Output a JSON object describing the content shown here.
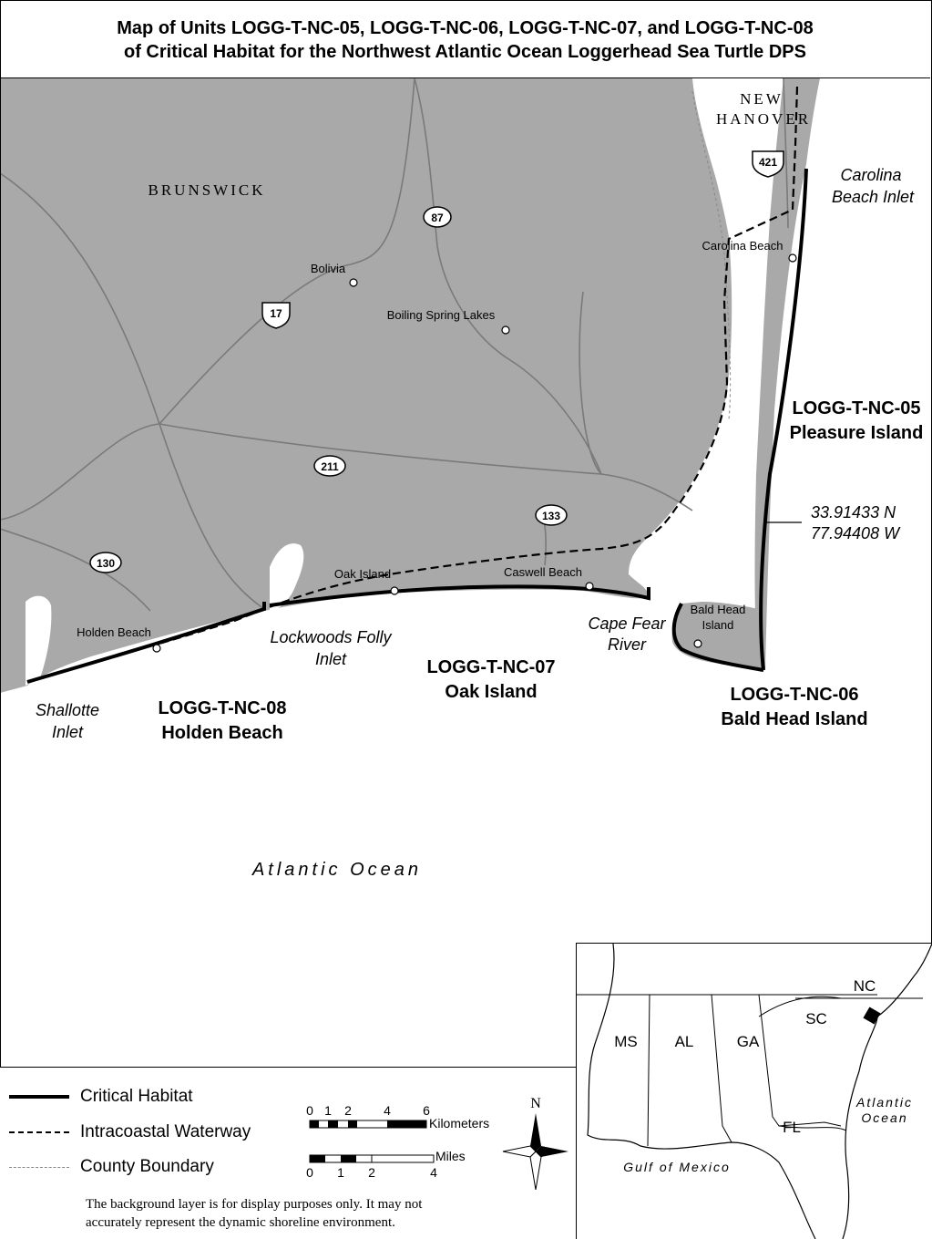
{
  "title": {
    "line1": "Map of Units LOGG-T-NC-05, LOGG-T-NC-06, LOGG-T-NC-07, and LOGG-T-NC-08",
    "line2": "of Critical Habitat for the Northwest Atlantic Ocean Loggerhead Sea Turtle DPS"
  },
  "counties": {
    "brunswick": "BRUNSWICK",
    "new_hanover_1": "NEW",
    "new_hanover_2": "HANOVER"
  },
  "highways": {
    "us421": "421",
    "nc87": "87",
    "us17": "17",
    "nc211": "211",
    "nc133": "133",
    "nc130": "130"
  },
  "places": {
    "bolivia": "Bolivia",
    "boiling_spring_lakes": "Boiling Spring Lakes",
    "carolina_beach": "Carolina Beach",
    "oak_island": "Oak Island",
    "caswell_beach": "Caswell Beach",
    "holden_beach": "Holden Beach",
    "bald_head_1": "Bald Head",
    "bald_head_2": "Island"
  },
  "water_labels": {
    "carolina_inlet_1": "Carolina",
    "carolina_inlet_2": "Beach Inlet",
    "lockwoods_1": "Lockwoods Folly",
    "lockwoods_2": "Inlet",
    "cape_fear_1": "Cape Fear",
    "cape_fear_2": "River",
    "shallotte_1": "Shallotte",
    "shallotte_2": "Inlet",
    "atlantic": "Atlantic Ocean"
  },
  "units": {
    "nc05_code": "LOGG-T-NC-05",
    "nc05_name": "Pleasure Island",
    "nc06_code": "LOGG-T-NC-06",
    "nc06_name": "Bald Head Island",
    "nc07_code": "LOGG-T-NC-07",
    "nc07_name": "Oak Island",
    "nc08_code": "LOGG-T-NC-08",
    "nc08_name": "Holden Beach"
  },
  "coordinates": {
    "lat": "33.91433 N",
    "lon": "77.94408 W"
  },
  "legend": {
    "critical_habitat": "Critical Habitat",
    "waterway": "Intracoastal Waterway",
    "county_boundary": "County Boundary",
    "disclaimer_1": "The background layer is for display purposes only.  It may not",
    "disclaimer_2": "accurately represent the dynamic shoreline environment."
  },
  "scale": {
    "km_ticks": [
      "0",
      "1",
      "2",
      "4",
      "6"
    ],
    "km_label": "Kilometers",
    "mi_ticks": [
      "0",
      "1",
      "2",
      "4"
    ],
    "mi_label": "Miles"
  },
  "north_arrow": "N",
  "inset": {
    "states": {
      "ms": "MS",
      "al": "AL",
      "ga": "GA",
      "sc": "SC",
      "nc": "NC",
      "fl": "FL"
    },
    "atlantic_1": "Atlantic",
    "atlantic_2": "Ocean",
    "gulf": "Gulf of Mexico"
  },
  "colors": {
    "land": "#a9a9a9",
    "water": "#ffffff",
    "road": "#7a7a7a",
    "habitat": "#000000"
  }
}
